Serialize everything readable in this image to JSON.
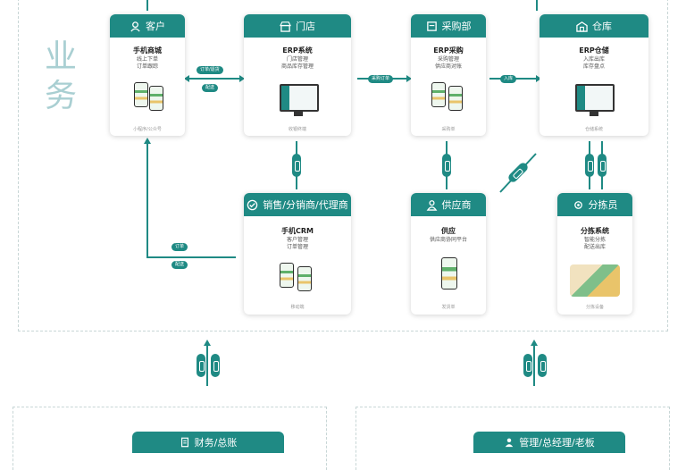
{
  "side_label": "业务",
  "cards": {
    "customer": {
      "head": "客户",
      "title": "手机商城",
      "desc": "线上下单\n订单跟踪",
      "foot": "小程序/公众号"
    },
    "store": {
      "head": "门店",
      "title": "ERP系统",
      "desc": "门店管理\n商品库存管理",
      "foot": "收银终端"
    },
    "purchase": {
      "head": "采购部",
      "title": "ERP采购",
      "desc": "采购管理\n供应商对账",
      "foot": "采购单"
    },
    "warehouse": {
      "head": "仓库",
      "title": "ERP仓储",
      "desc": "入库出库\n库存盘点",
      "foot": "仓储系统"
    },
    "sales": {
      "head": "销售/分销商/代理商",
      "title": "手机CRM",
      "desc": "客户管理\n订单管理",
      "foot": "移动端"
    },
    "supplier": {
      "head": "供应商",
      "title": "供应",
      "desc": "供应商协同平台",
      "foot": "发货单"
    },
    "sorting": {
      "head": "分拣员",
      "title": "分拣系统",
      "desc": "智能分拣\n配送出库",
      "foot": "分拣设备"
    }
  },
  "pills": {
    "p1": "订单/退货",
    "p2": "配送",
    "p3": "采购订单",
    "p4": "入库",
    "p5": "订单",
    "p6": "配送"
  },
  "bottom_left": {
    "head": "财务/总账"
  },
  "bottom_right": {
    "head": "管理/总经理/老板"
  },
  "icons": {
    "customer": "user-icon",
    "store": "store-icon",
    "purchase": "cart-icon",
    "warehouse": "warehouse-icon",
    "sales": "handshake-icon",
    "supplier": "person-icon",
    "sorting": "gear-icon",
    "finance": "doc-icon",
    "manager": "manager-icon"
  },
  "colors": {
    "primary": "#1f8a84",
    "label": "#a9cfd2"
  }
}
